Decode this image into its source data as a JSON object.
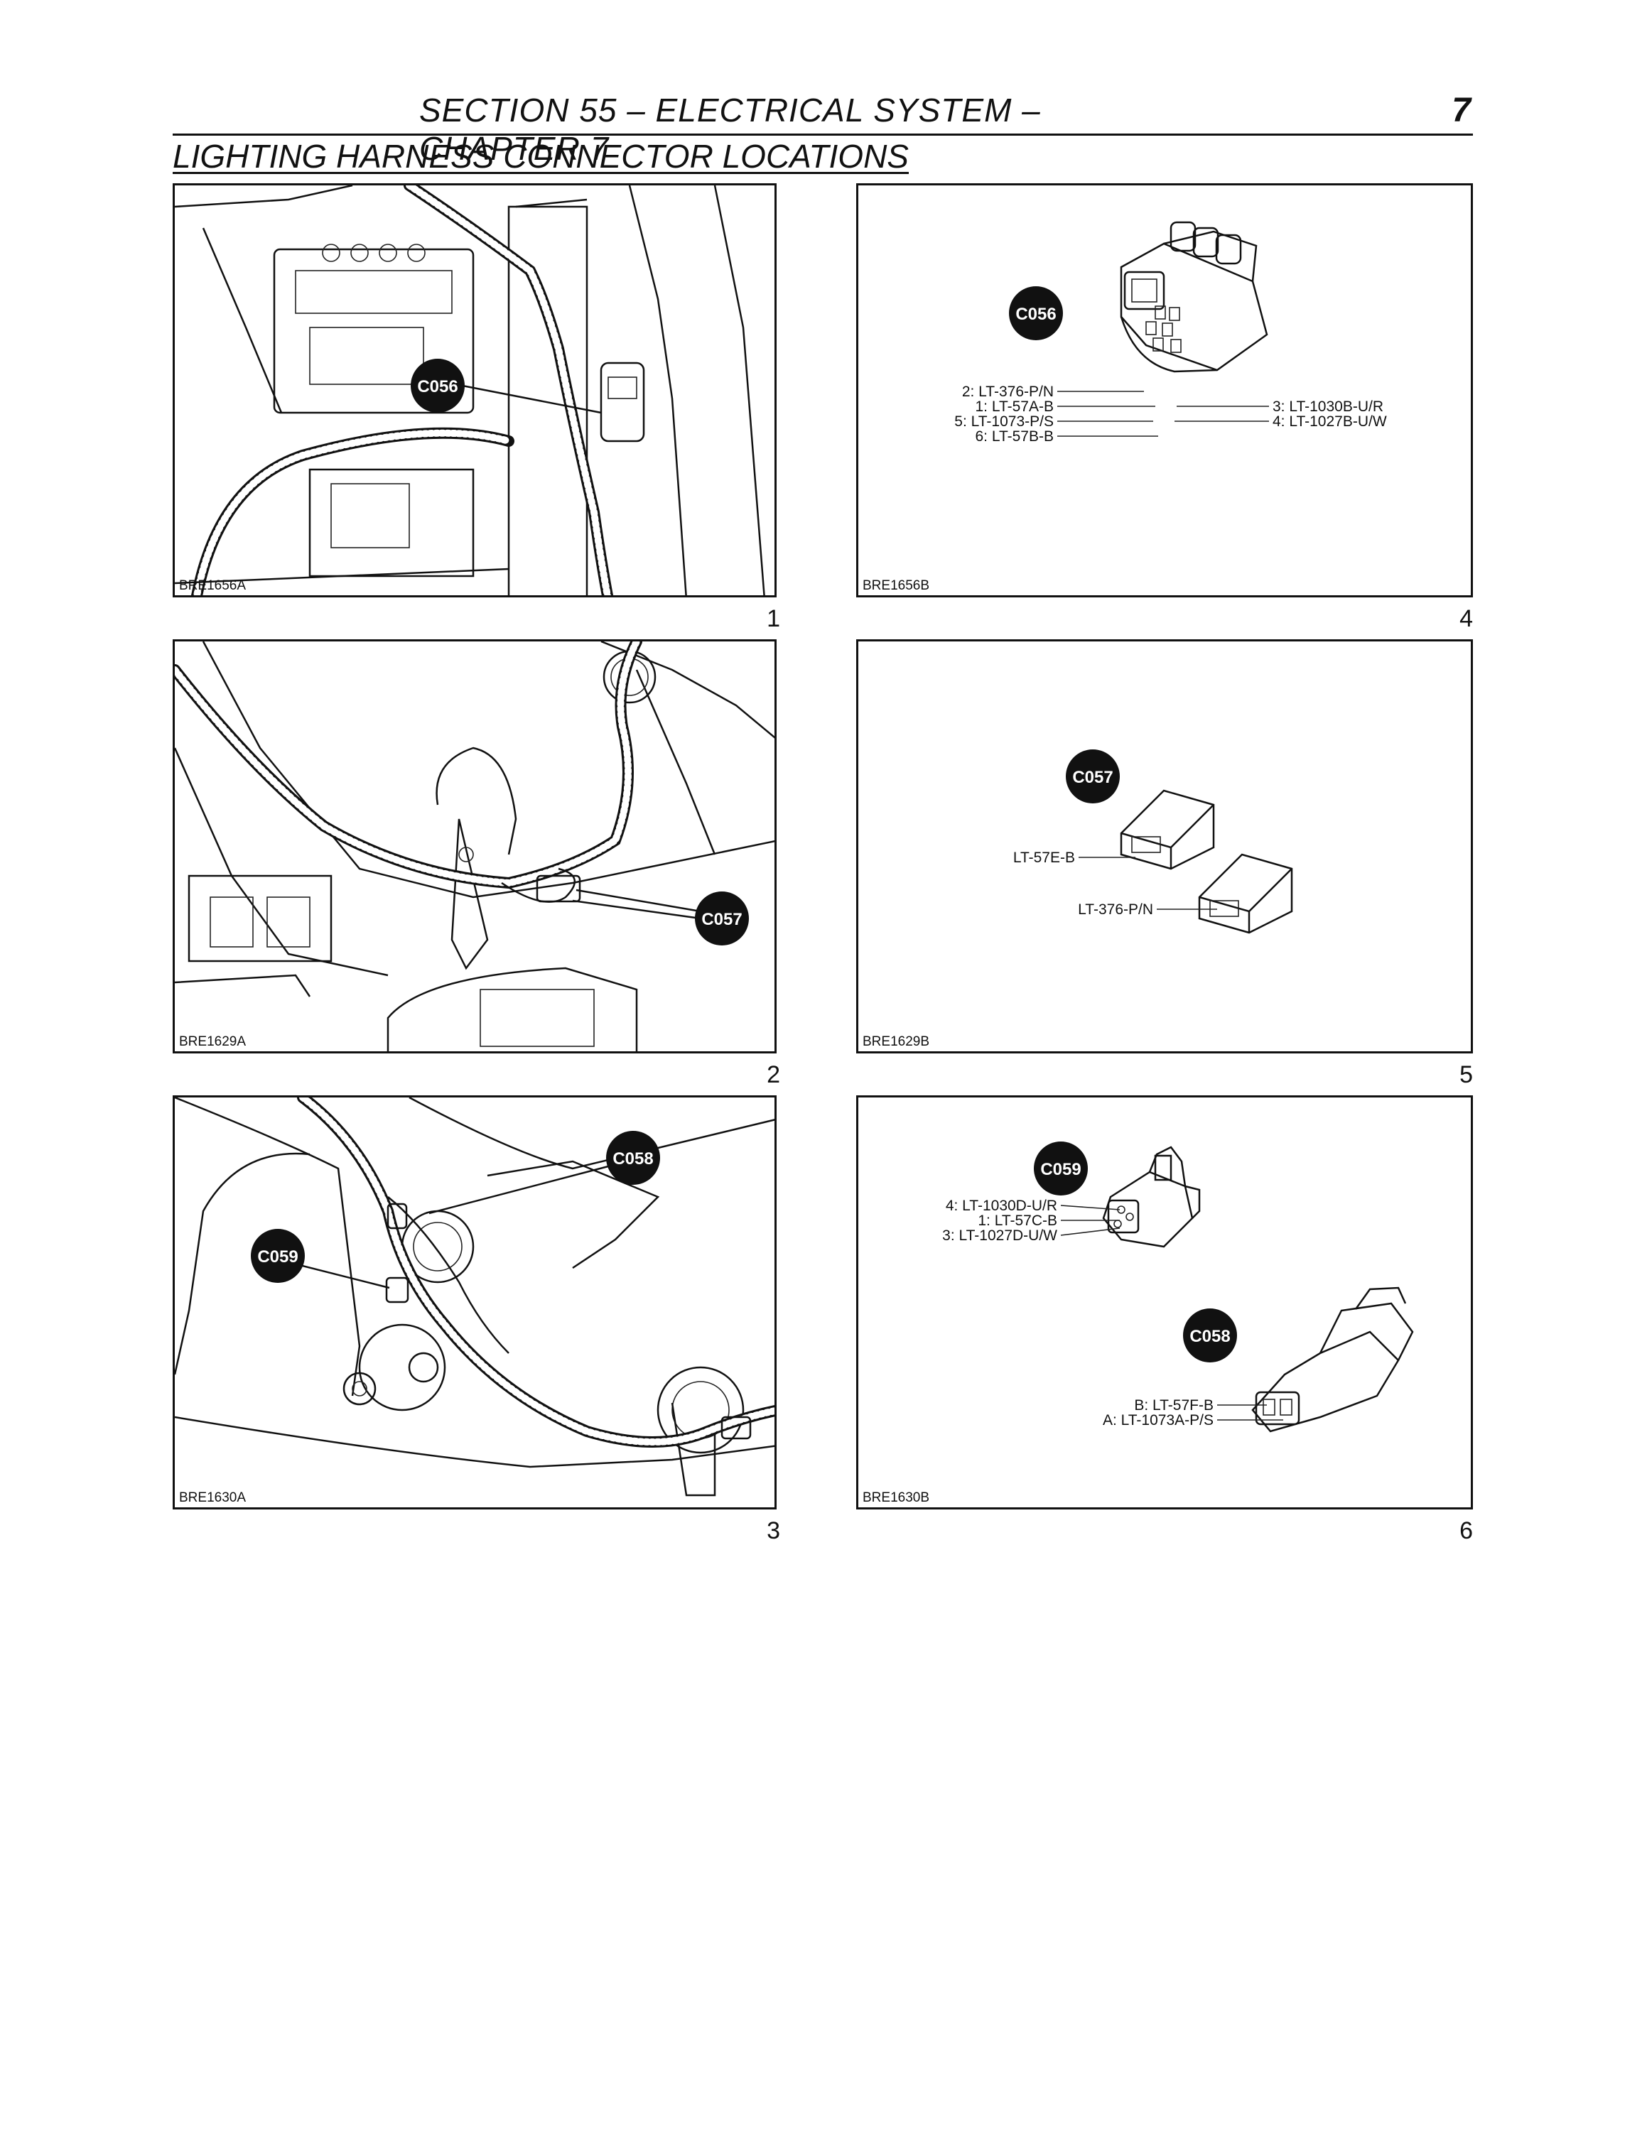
{
  "header": {
    "section": "SECTION 55 – ELECTRICAL SYSTEM – CHAPTER 7",
    "page_number": "7",
    "title": "LIGHTING HARNESS CONNECTOR LOCATIONS"
  },
  "figures": [
    {
      "number": "1",
      "code": "BRE1656A",
      "connectors": [
        "C056"
      ]
    },
    {
      "number": "2",
      "code": "BRE1629A",
      "connectors": [
        "C057"
      ]
    },
    {
      "number": "3",
      "code": "BRE1630A",
      "connectors": [
        "C059",
        "C058"
      ]
    },
    {
      "number": "4",
      "code": "BRE1656B",
      "connector": "C056",
      "pins": [
        "2: LT-376-P/N",
        "1: LT-57A-B",
        "5: LT-1073-P/S",
        "6: LT-57B-B",
        "3: LT-1030B-U/R",
        "4: LT-1027B-U/W"
      ]
    },
    {
      "number": "5",
      "code": "BRE1629B",
      "connector": "C057",
      "pins": [
        "LT-57E-B",
        "LT-376-P/N"
      ]
    },
    {
      "number": "6",
      "code": "BRE1630B",
      "connectors": [
        "C059",
        "C058"
      ],
      "pins_c059": [
        "4: LT-1030D-U/R",
        "1: LT-57C-B",
        "3: LT-1027D-U/W"
      ],
      "pins_c058": [
        "B: LT-57F-B",
        "A: LT-1073A-P/S"
      ]
    }
  ]
}
